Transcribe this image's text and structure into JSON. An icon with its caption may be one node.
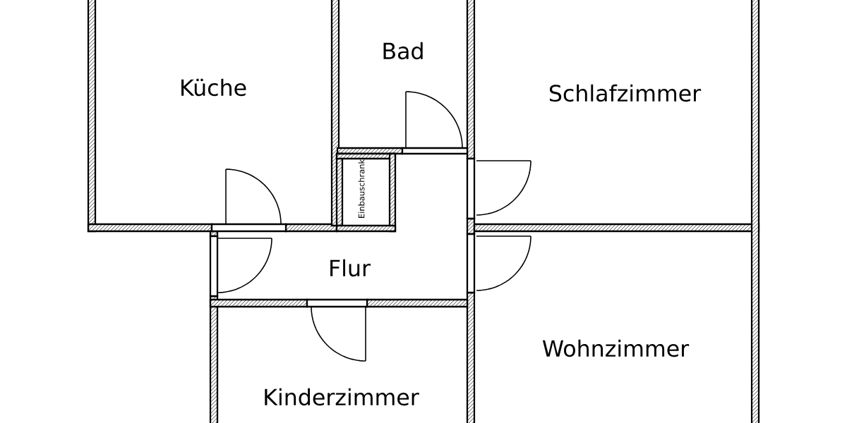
{
  "diagram": {
    "nodes": [
      {
        "text": [
          "Küche"
        ]
      },
      {
        "text": [
          "Bad"
        ]
      },
      {
        "text": [
          "Schlafzimmer"
        ]
      },
      {
        "text": [
          "Einbauschrank"
        ]
      },
      {
        "text": [
          "Flur"
        ]
      },
      {
        "text": [
          "Kinderzimmer"
        ]
      },
      {
        "text": [
          "Wohnzimmer"
        ]
      }
    ]
  }
}
